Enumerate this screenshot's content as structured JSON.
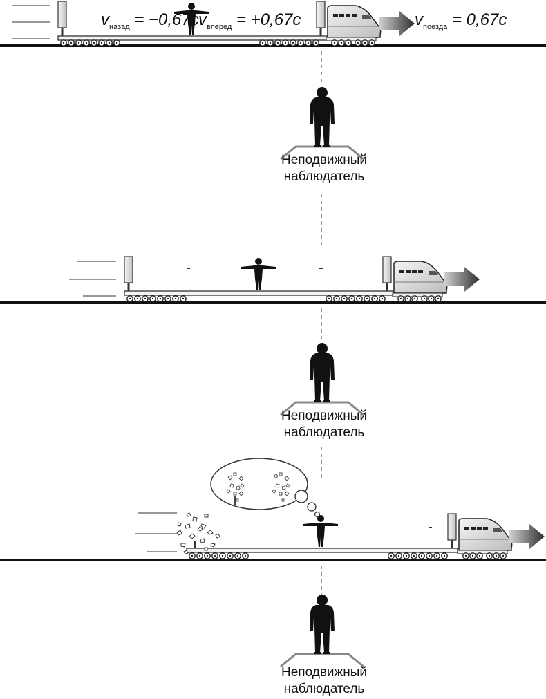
{
  "scene": {
    "observer_label_line1": "Неподвижный",
    "observer_label_line2": "наблюдатель"
  },
  "velocities": {
    "backward_symbol": "v",
    "backward_sub": "назад",
    "backward_value": " = −0,67c",
    "forward_symbol": "v",
    "forward_sub": "вперед",
    "forward_value": " = +0,67c",
    "train_symbol": "v",
    "train_sub": "поезда",
    "train_value": " = 0,67c"
  },
  "colors": {
    "rail": "#111111",
    "platform": "#f1f1f1",
    "train_body": "#e6e6e6",
    "train_window": "#222222",
    "arrow_dark": "#333333",
    "arrow_light": "#cfcfcf",
    "silhouette": "#111111"
  },
  "icons": {
    "observer": "person-silhouette-icon",
    "passenger": "person-arms-out-icon",
    "arrow": "motion-arrow-icon",
    "explosion": "debris-burst-icon",
    "thought": "thought-bubble-icon"
  }
}
